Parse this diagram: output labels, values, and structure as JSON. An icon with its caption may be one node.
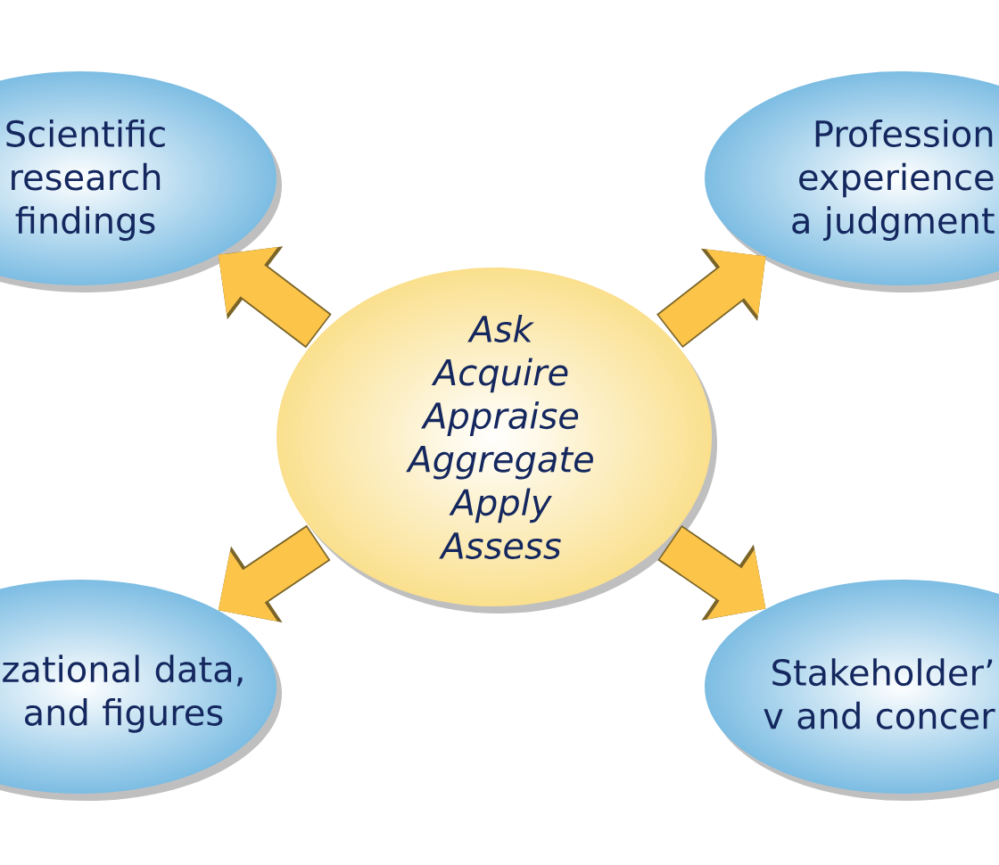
{
  "diagram": {
    "nodes": [
      {
        "text": [
          "Scientific research findings"
        ]
      },
      {
        "text": [
          "Profession experience a judgment"
        ]
      },
      {
        "text": [
          "Ask",
          "Acquire",
          "Appraise",
          "Aggregate",
          "Apply",
          "Assess"
        ]
      },
      {
        "text": [
          "zational data, and figures"
        ]
      },
      {
        "text": [
          "Stakeholder’ v and concer"
        ]
      }
    ],
    "edges": [
      {
        "from": 2,
        "to": 0,
        "arrow": "to"
      },
      {
        "from": 2,
        "to": 1,
        "arrow": "to"
      },
      {
        "from": 2,
        "to": 3,
        "arrow": "to"
      },
      {
        "from": 2,
        "to": 4,
        "arrow": "to"
      }
    ]
  }
}
